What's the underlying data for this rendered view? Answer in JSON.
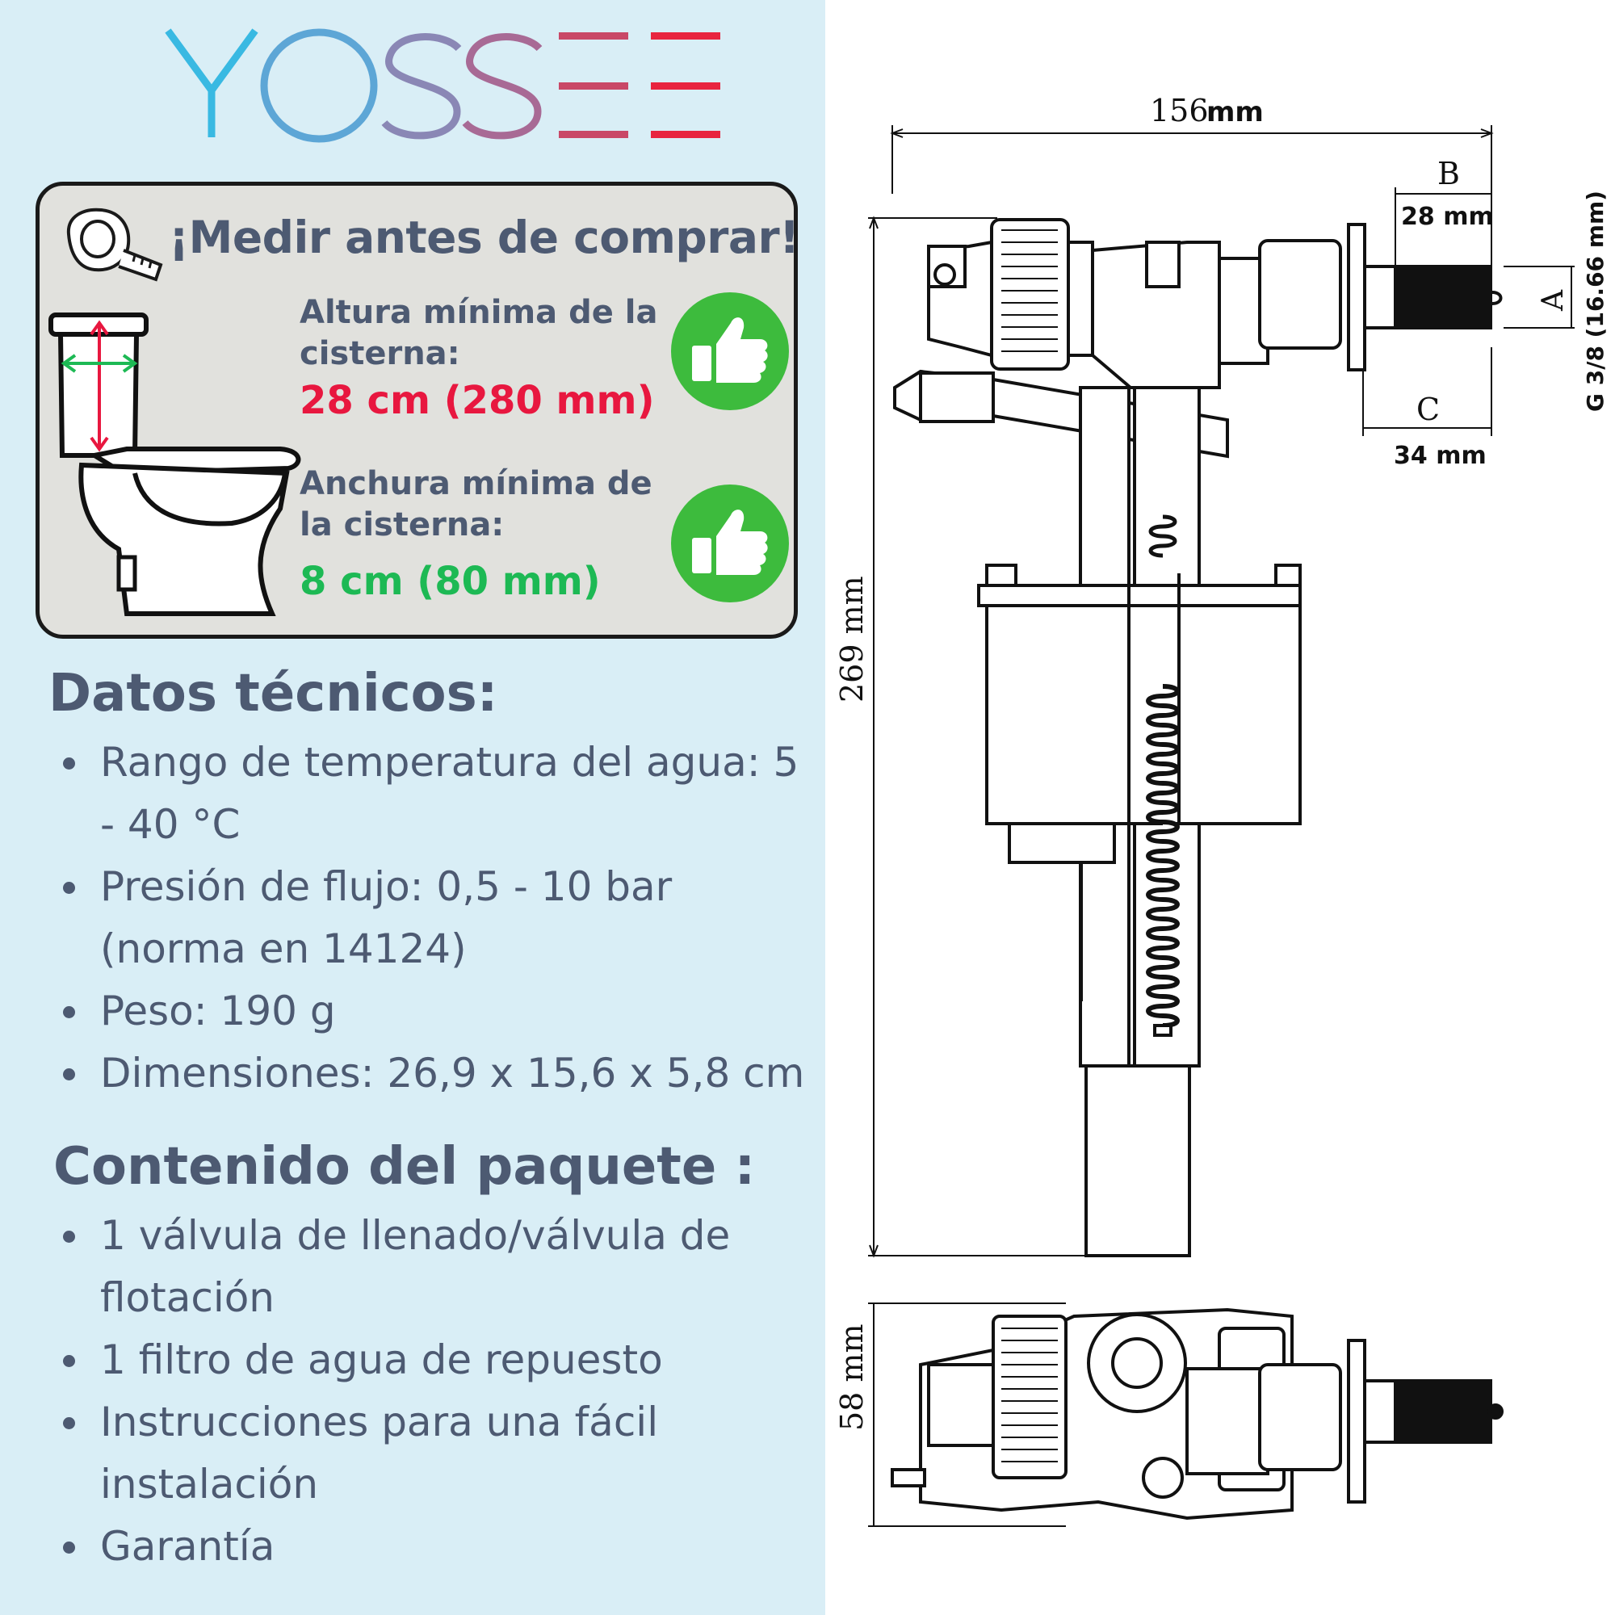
{
  "brand": {
    "logo_text": "YOSSEE"
  },
  "measure_card": {
    "title": "¡Medir antes de comprar!",
    "height_label": "Altura mínima de la cisterna:",
    "height_value": "28 cm (280 mm)",
    "width_label": "Anchura mínima de la cisterna:",
    "width_value": "8 cm (80 mm)",
    "colors": {
      "height": "#e8173f",
      "width": "#1db954",
      "thumb": "#3dbb3d"
    }
  },
  "specs": {
    "title": "Datos técnicos:",
    "items": [
      "Rango de temperatura del agua: 5 - 40 °C",
      "Presión de flujo: 0,5 - 10 bar (norma en 14124)",
      "Peso: 190 g",
      "Dimensiones: 26,9 x 15,6 x 5,8 cm"
    ]
  },
  "package": {
    "title": "Contenido del paquete :",
    "items": [
      "1 válvula de llenado/válvula de flotación",
      "1 filtro de agua de repuesto",
      "Instrucciones para una fácil instalación",
      "Garantía"
    ]
  },
  "diagram": {
    "width_value": "156",
    "width_unit": "mm",
    "height_dim": "269 mm",
    "depth_dim": "58 mm",
    "label_b": "B",
    "b_dim": "28 mm",
    "label_c": "C",
    "c_dim": "34 mm",
    "label_a": "A",
    "thread": "G 3/8 (16.66 mm)"
  }
}
